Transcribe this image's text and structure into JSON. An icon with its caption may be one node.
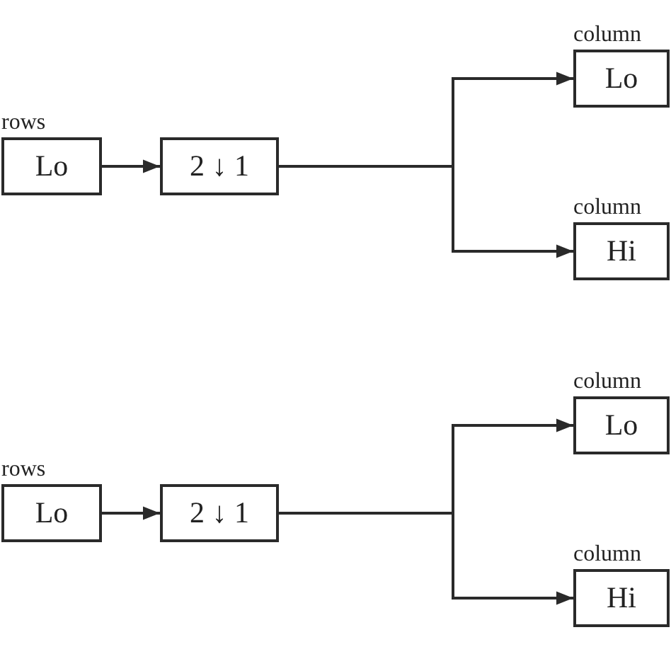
{
  "diagram": {
    "nodes": [
      {
        "text": [
          "rows",
          "Lo"
        ]
      },
      {
        "text": [
          "2 ↓ 1"
        ]
      },
      {
        "text": [
          "column",
          "Lo"
        ]
      },
      {
        "text": [
          "column",
          "Hi"
        ]
      },
      {
        "text": [
          "rows",
          "Lo"
        ]
      },
      {
        "text": [
          "2 ↓ 1"
        ]
      },
      {
        "text": [
          "column",
          "Lo"
        ]
      },
      {
        "text": [
          "column",
          "Hi"
        ]
      }
    ],
    "edges": [
      {
        "from": 0,
        "to": 1,
        "arrow": "to"
      },
      {
        "from": 1,
        "to": 2,
        "arrow": "to"
      },
      {
        "from": 1,
        "to": 3,
        "arrow": "to"
      },
      {
        "from": 4,
        "to": 5,
        "arrow": "to"
      },
      {
        "from": 5,
        "to": 6,
        "arrow": "to"
      },
      {
        "from": 5,
        "to": 7,
        "arrow": "to"
      }
    ]
  }
}
